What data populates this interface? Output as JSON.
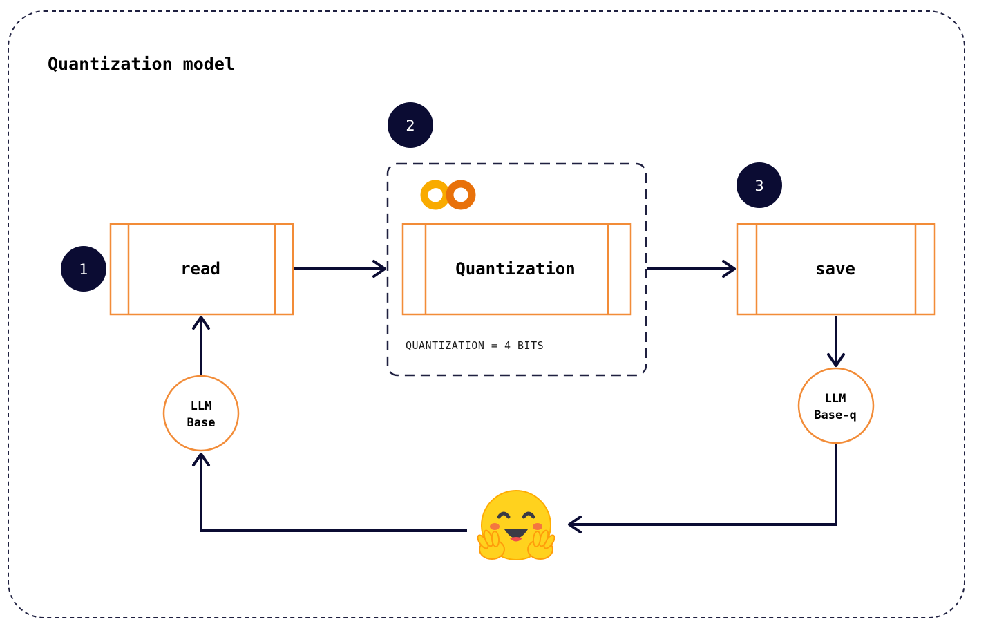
{
  "diagram": {
    "title": "Quantization model",
    "steps": [
      {
        "number": "1",
        "label": "read"
      },
      {
        "number": "2",
        "label": "Quantization"
      },
      {
        "number": "3",
        "label": "save"
      }
    ],
    "quantization_note": "QUANTIZATION = 4 BITS",
    "models": {
      "input": {
        "line1": "LLM",
        "line2": "Base"
      },
      "output": {
        "line1": "LLM",
        "line2": "Base-q"
      }
    },
    "icons": [
      "colab-logo-icon",
      "hugging-face-icon"
    ],
    "colors": {
      "accent": "#f28c38",
      "badge": "#0b0c33",
      "arrow": "#0b0c33",
      "border": "#1f2040"
    }
  }
}
